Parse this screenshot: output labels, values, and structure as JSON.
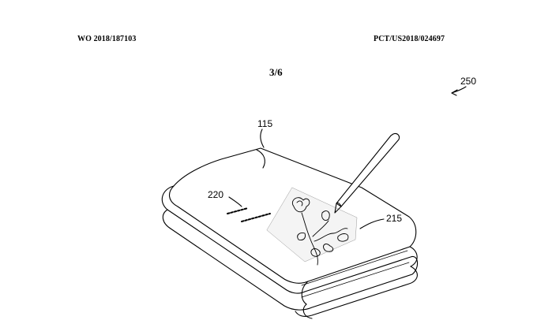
{
  "header": {
    "publication_number": "WO 2018/187103",
    "application_number": "PCT/US2018/024697"
  },
  "sheet": {
    "page_indicator": "3/6"
  },
  "figure": {
    "reference_numerals": {
      "figure_ref": "250",
      "device_ref": "115",
      "handwriting_ref": "220",
      "drawing_ref": "215"
    },
    "icons": [
      "stylus-icon",
      "rose-sketch-icon"
    ]
  }
}
